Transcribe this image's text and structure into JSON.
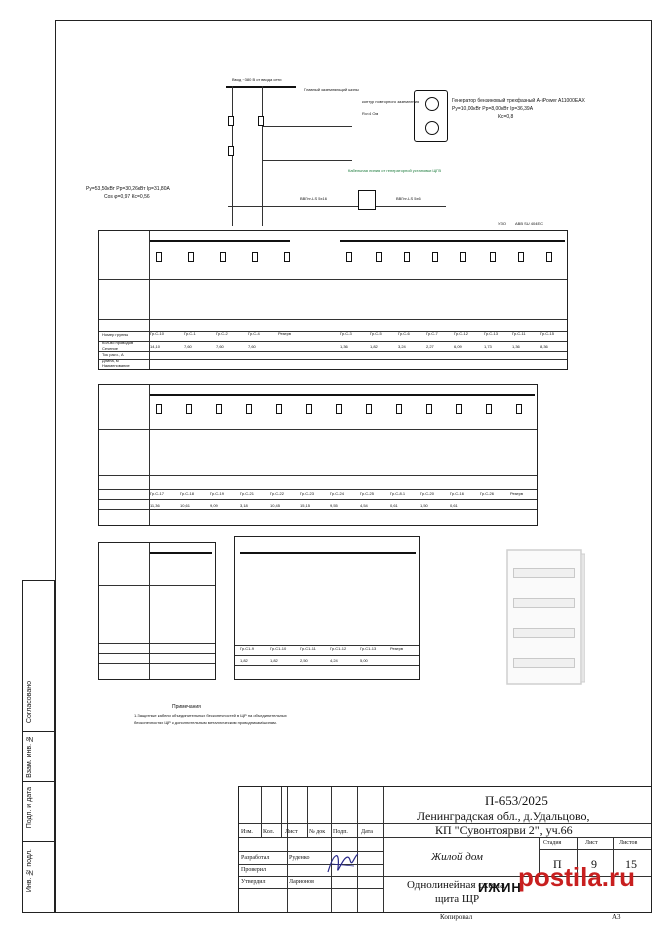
{
  "sheet": {
    "project_code": "П-653/2025",
    "address_line1": "Ленинградская обл., д.Удальцово,",
    "address_line2": "КП \"Сувонтоярви 2\", уч.66",
    "object_name": "Жилой дом",
    "drawing_title_line1": "Однолинейная схема",
    "drawing_title_line2": "щита ЩР",
    "format": "A3",
    "copied_label": "Копировал"
  },
  "title_block": {
    "headers": {
      "izm": "Изм.",
      "kol": "Кол.",
      "list": "Лист",
      "doc": "№ док",
      "sign": "Подп.",
      "date": "Дата"
    },
    "roles": [
      {
        "role": "Разработал",
        "name": "Руденко"
      },
      {
        "role": "Проверил",
        "name": ""
      },
      {
        "role": "Утвердил",
        "name": "Ларионов"
      }
    ],
    "stage_header": "Стадия",
    "sheet_header": "Лист",
    "sheets_header": "Листов",
    "stage": "П",
    "sheet_no": "9",
    "sheets_total": "15"
  },
  "side_strip": {
    "labels": [
      "Согласовано",
      "Взам. инв. №",
      "Подп. и дата",
      "Инв. № подл."
    ]
  },
  "notes": {
    "header": "Примечания",
    "line1": "1.Защитные кабели объединительных бесконечностей в ЩР на объединительных",
    "line2": "бесконечностях ЩР к дополнительным металлическим проводникам/шинам."
  },
  "scheme": {
    "input_label": "Ввод ~380 В от ввода сети",
    "main_switch_label": "Главный заземляющий шины",
    "ground_label": "контур повторного заземления",
    "ground_value": "Rз<4 Ом",
    "generator_label": "Генератор бензиновый трехфазный A-iPower A11000EAX",
    "generator_params": "Pу=10,00кВт   Pр=8,00кВт   Iр=36,39А",
    "generator_kc": "Кс=0,8",
    "calc_params": "Pу=53,50кВт   Pр=30,26кВт   Iр=31,80А",
    "calc_cos": "Cos φ=0,97   Кс=0,56",
    "shield_label": "УЗО",
    "shield_type": "ABB SU 404ЕC",
    "cable_main": "ВВГнг-LS 5х16",
    "cable_gen": "ВВГнг-LS 5х6",
    "gen_note": "Кабельная линия от генераторной установки ЩГВ",
    "row_headers": [
      "Номер группы",
      "Кол-во проводов",
      "Сечение",
      "Ток расч., А",
      "Длина, м",
      "Наименование"
    ],
    "groups_top": [
      "Гр.С-10",
      "Гр.С-1",
      "Гр.С-2",
      "Гр.С-4",
      "Резерв",
      "Гр.С-3",
      "Гр.С-5",
      "Гр.С-6",
      "Гр.С-7",
      "Гр.С-12",
      "Гр.С-13",
      "Гр.С-11",
      "Гр.С-15"
    ],
    "currents_top": [
      "14,10",
      "7,60",
      "7,60",
      "7,60",
      "",
      "1,36",
      "1,82",
      "3,24",
      "2,27",
      "6,09",
      "1,73",
      "1,36",
      "8,36"
    ],
    "groups_mid": [
      "Гр.С-17",
      "Гр.С-18",
      "Гр.С-19",
      "Гр.С-21",
      "Гр.С-22",
      "Гр.С-23",
      "Гр.С-24",
      "Гр.С-25",
      "Гр.С-8.1",
      "Гр.С-20",
      "Гр.С-16",
      "Гр.С-26",
      "Резерв"
    ],
    "currents_mid": [
      "11,36",
      "10,61",
      "9,09",
      "3,18",
      "10,45",
      "15,15",
      "9,55",
      "4,54",
      "0,61",
      "1,50",
      "0,61",
      "",
      ""
    ],
    "groups_bot": [
      "Гр.С1-9",
      "Гр.С1-10",
      "Гр.С1-11",
      "Гр.С1-12",
      "Гр.С1-13",
      "Резерв"
    ],
    "currents_bot": [
      "1,82",
      "1,82",
      "2,50",
      "4,24",
      "5,00",
      ""
    ]
  },
  "watermark": "postila.ru",
  "logo_text": "ИЖИН",
  "colors": {
    "ink": "#111111",
    "accent_green": "#1a7a3a",
    "watermark": "#c81f1f"
  }
}
